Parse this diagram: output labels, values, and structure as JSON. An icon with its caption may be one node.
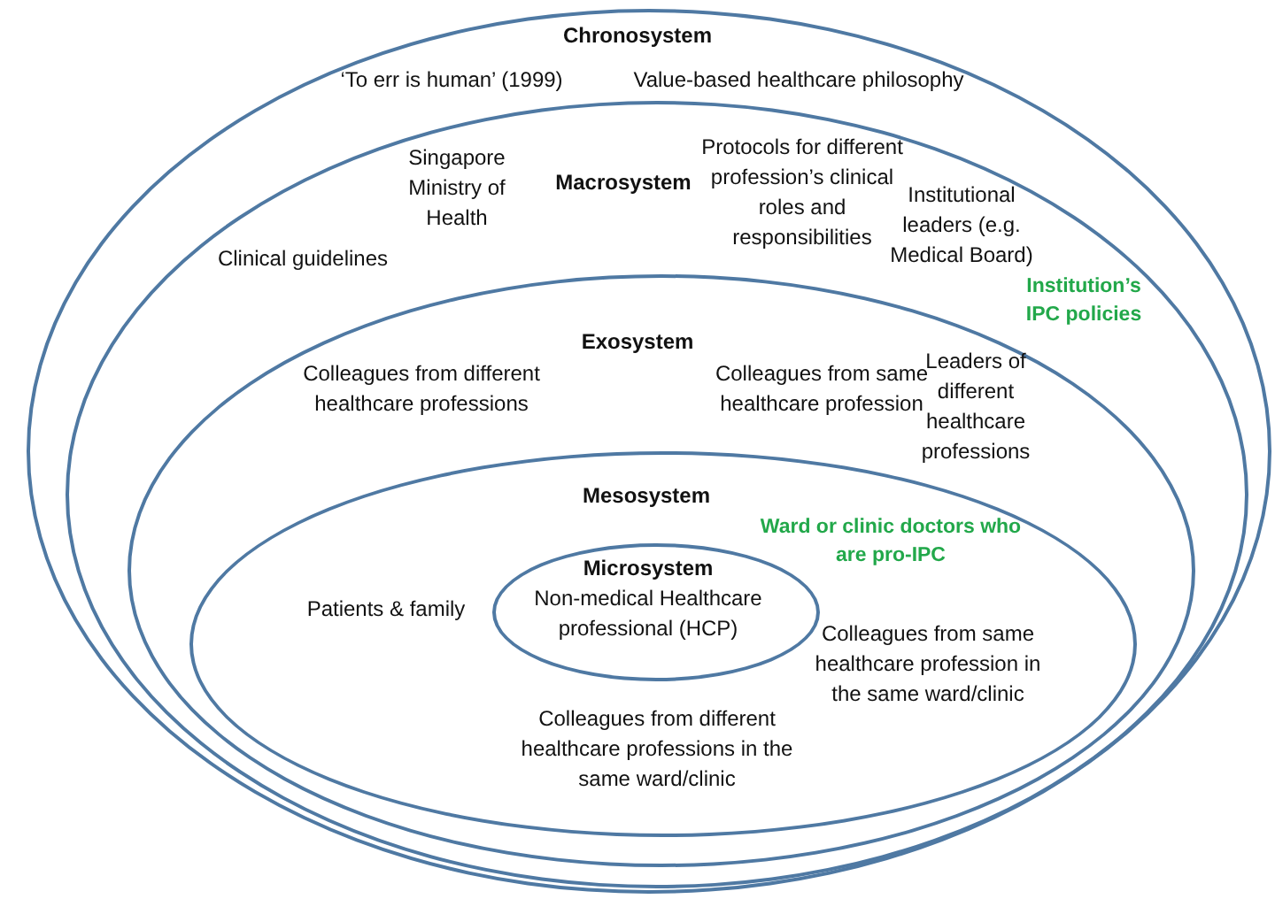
{
  "diagram": {
    "nodes": [
      {
        "text": [
          "Chronosystem",
          "‘To err is human’ (1999)",
          "Value-based healthcare philosophy"
        ]
      },
      {
        "text": [
          "Singapore Ministry of Health",
          "Macrosystem",
          "Protocols for different profession’s clinical roles and responsibilities",
          "Clinical guidelines",
          "Institutional leaders (e.g. Medical Board)"
        ],
        "in": 0
      },
      {
        "text": [
          "Institution’s IPC policies",
          "Exosystem",
          "Colleagues from different healthcare professions",
          "Colleagues from same healthcare profession",
          "Leaders of different healthcare professions"
        ],
        "in": 1
      },
      {
        "text": [
          "Mesosystem",
          "Ward or clinic doctors who are pro-IPC",
          "Patients & family",
          "Colleagues from same healthcare profession in the same ward/clinic",
          "Colleagues from different healthcare professions in the same ward/clinic"
        ],
        "in": 2
      },
      {
        "text": [
          "Microsystem",
          "Non-medical Healthcare professional (HCP)"
        ],
        "in": 3
      }
    ]
  }
}
